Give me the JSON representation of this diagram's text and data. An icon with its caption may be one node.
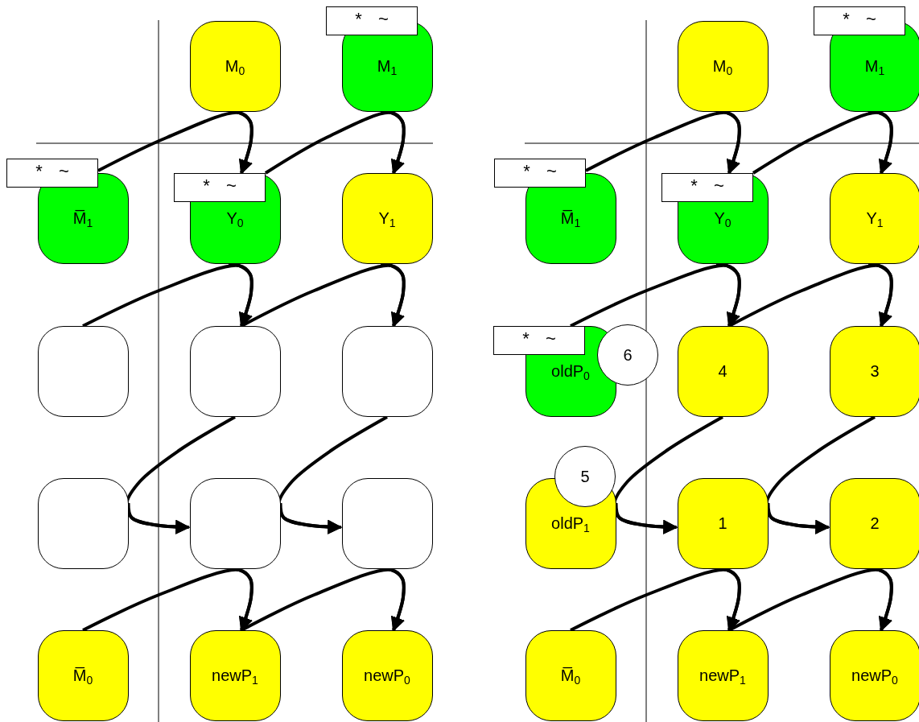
{
  "diagram": {
    "nodes": [
      {
        "text": [
          "* ~"
        ]
      },
      {
        "text": [
          "M$_{0}$"
        ]
      },
      {
        "text": [
          "M$_{1}$"
        ]
      },
      {
        "text": [
          "* ~"
        ]
      },
      {
        "text": [
          "* ~"
        ]
      },
      {
        "text": [
          "M̅$_{1}$"
        ]
      },
      {
        "text": [
          "Y$_{0}$"
        ]
      },
      {
        "text": [
          "Y$_{1}$"
        ]
      },
      {
        "text": [],
        "shape": "box"
      },
      {
        "text": [],
        "shape": "box"
      },
      {
        "text": [],
        "shape": "box"
      },
      {
        "text": [],
        "shape": "box"
      },
      {
        "text": [],
        "shape": "box"
      },
      {
        "text": [],
        "shape": "box"
      },
      {
        "text": [
          "M̅$_{0}$"
        ]
      },
      {
        "text": [
          "newP$_{1}$"
        ]
      },
      {
        "text": [
          "newP$_{0}$"
        ]
      },
      {
        "text": [
          "* ~"
        ]
      },
      {
        "text": [
          "M$_{0}$"
        ]
      },
      {
        "text": [
          "M$_{1}$"
        ]
      },
      {
        "text": [
          "* ~"
        ]
      },
      {
        "text": [
          "* ~"
        ]
      },
      {
        "text": [
          "M̅$_{1}$"
        ]
      },
      {
        "text": [
          "Y$_{0}$"
        ]
      },
      {
        "text": [
          "Y$_{1}$"
        ]
      },
      {
        "text": [
          "* ~"
        ]
      },
      {
        "text": [
          "oldP$_{0}$"
        ]
      },
      {
        "text": [
          "6"
        ]
      },
      {
        "text": [
          "4"
        ]
      },
      {
        "text": [
          "3"
        ]
      },
      {
        "text": [
          "5"
        ]
      },
      {
        "text": [
          "oldP$_{1}$"
        ]
      },
      {
        "text": [
          "1"
        ]
      },
      {
        "text": [
          "2"
        ]
      },
      {
        "text": [
          "M̅$_{0}$"
        ]
      },
      {
        "text": [
          "newP$_{1}$"
        ]
      },
      {
        "text": [
          "newP$_{0}$"
        ]
      }
    ],
    "edges": [
      {
        "from": 3,
        "to": 4,
        "arrow": "to"
      },
      {
        "from": 1,
        "to": 4,
        "arrow": "to"
      },
      {
        "from": 4,
        "to": 7,
        "arrow": "to"
      },
      {
        "from": 2,
        "to": 7,
        "arrow": "to"
      },
      {
        "from": 8,
        "to": 9,
        "arrow": "to"
      },
      {
        "from": 6,
        "to": 9,
        "arrow": "to"
      },
      {
        "from": 9,
        "to": 10,
        "arrow": "to"
      },
      {
        "from": 7,
        "to": 10,
        "arrow": "to"
      },
      {
        "from": 11,
        "to": 12,
        "arrow": "to"
      },
      {
        "from": 9,
        "to": 12,
        "arrow": "to"
      },
      {
        "from": 12,
        "to": 13,
        "arrow": "to"
      },
      {
        "from": 10,
        "to": 13,
        "arrow": "to"
      },
      {
        "from": 14,
        "to": 15,
        "arrow": "to"
      },
      {
        "from": 12,
        "to": 15,
        "arrow": "to"
      },
      {
        "from": 15,
        "to": 16,
        "arrow": "to"
      },
      {
        "from": 13,
        "to": 16,
        "arrow": "to"
      },
      {
        "from": 20,
        "to": 21,
        "arrow": "to"
      },
      {
        "from": 18,
        "to": 21,
        "arrow": "to"
      },
      {
        "from": 21,
        "to": 24,
        "arrow": "to"
      },
      {
        "from": 19,
        "to": 24,
        "arrow": "to"
      },
      {
        "from": 25,
        "to": 28,
        "arrow": "to"
      },
      {
        "from": 23,
        "to": 28,
        "arrow": "to"
      },
      {
        "from": 28,
        "to": 29,
        "arrow": "to"
      },
      {
        "from": 24,
        "to": 29,
        "arrow": "to"
      },
      {
        "from": 31,
        "to": 32,
        "arrow": "to"
      },
      {
        "from": 28,
        "to": 32,
        "arrow": "to"
      },
      {
        "from": 32,
        "to": 33,
        "arrow": "to"
      },
      {
        "from": 29,
        "to": 33,
        "arrow": "to"
      },
      {
        "from": 34,
        "to": 35,
        "arrow": "to"
      },
      {
        "from": 32,
        "to": 35,
        "arrow": "to"
      },
      {
        "from": 35,
        "to": 36,
        "arrow": "to"
      },
      {
        "from": 33,
        "to": 36,
        "arrow": "to"
      }
    ]
  }
}
